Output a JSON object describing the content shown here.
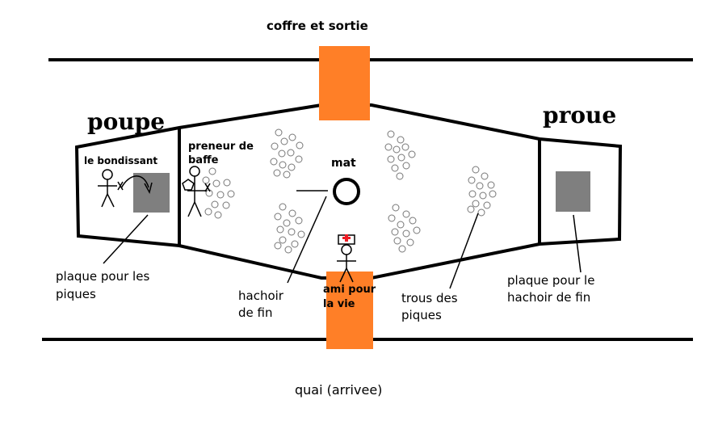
{
  "labels": {
    "top_exit": "coffre et sortie",
    "bottom_dock": "quai (arrivee)",
    "stern": "poupe",
    "bow": "proue",
    "bouncer": "le bondissant",
    "slap_taker_line1": "preneur de",
    "slap_taker_line2": "baffe",
    "mast": "mat",
    "stern_plate_line1": "plaque pour les",
    "stern_plate_line2": "piques",
    "chopper_line1": "hachoir",
    "chopper_line2": "de fin",
    "friend_line1": "ami pour",
    "friend_line2": "la vie",
    "holes_line1": "trous des",
    "holes_line2": "piques",
    "bow_plate_line1": "plaque pour le",
    "bow_plate_line2": "hachoir de fin"
  },
  "colors": {
    "door": "#ff7f27",
    "plate": "#7f7f7f",
    "line": "#000000",
    "hole": "#777777",
    "cross": "#ed1c24"
  },
  "icons": {
    "pentagon": "pentagon-icon",
    "first_aid_cross": "red-cross-icon"
  }
}
